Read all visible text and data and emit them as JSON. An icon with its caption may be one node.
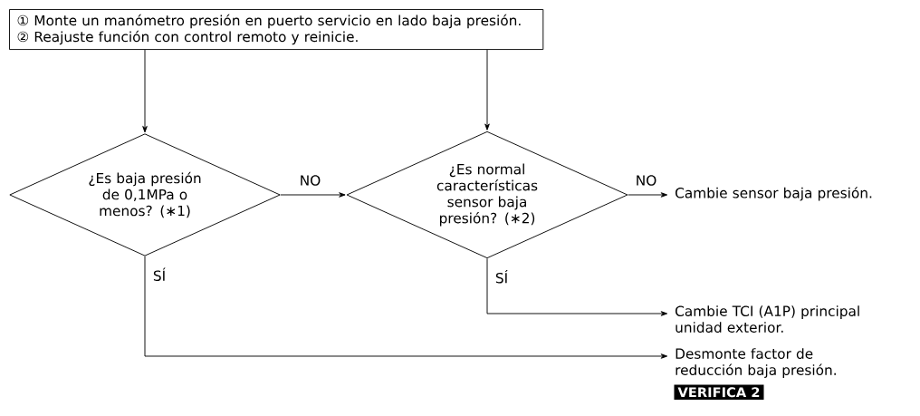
{
  "diagram": {
    "nodes": [
      {
        "text": [
          "① Monte un manómetro presión en puerto servicio en lado baja presión.",
          "② Reajuste función con control remoto y reinicie."
        ]
      },
      {
        "text": [
          "¿Es baja presión de 0,1MPa o menos? (∗1)"
        ]
      },
      {
        "text": [
          "¿Es normal características sensor baja presión? (∗2)"
        ]
      },
      {
        "text": [
          "Cambie sensor baja presión."
        ]
      },
      {
        "text": [
          "Cambie TCI (A1P) principal unidad exterior."
        ]
      },
      {
        "text": [
          "Desmonte factor de reducción baja presión."
        ],
        "beside": [
          "VERIFICA 2"
        ]
      }
    ],
    "edges": [
      {
        "from": 0,
        "to": 1,
        "arrow": "to"
      },
      {
        "from": 0,
        "to": 2,
        "arrow": "to"
      },
      {
        "from": 1,
        "to": 2,
        "arrow": "to",
        "label": "NO"
      },
      {
        "from": 2,
        "to": 3,
        "arrow": "to",
        "label": "NO"
      },
      {
        "from": 2,
        "to": 4,
        "arrow": "to",
        "label": "SÍ"
      },
      {
        "from": 1,
        "to": 5,
        "arrow": "to",
        "label": "SÍ"
      }
    ]
  }
}
